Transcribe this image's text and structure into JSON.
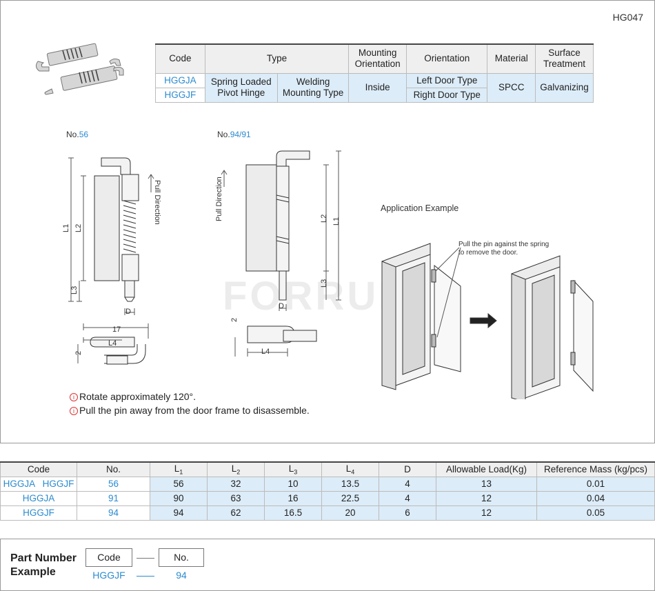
{
  "product_code": "HG047",
  "spec_table": {
    "headers": {
      "code": "Code",
      "type": "Type",
      "mounting": "Mounting Orientation",
      "orientation": "Orientation",
      "material": "Material",
      "surface": "Surface Treatment"
    },
    "codes": [
      "HGGJA",
      "HGGJF"
    ],
    "type1": "Spring Loaded Pivot Hinge",
    "type2": "Welding Mounting Type",
    "mounting": "Inside",
    "orientations": [
      "Left Door Type",
      "Right Door Type"
    ],
    "material": "SPCC",
    "surface": "Galvanizing"
  },
  "drawings": {
    "no56_label": "No.",
    "no56_value": "56",
    "no9491_label": "No.",
    "no9491_value": "94/91",
    "pull_direction": "Pull Direction",
    "L1": "L1",
    "L2": "L2",
    "L3": "L3",
    "L4": "L4",
    "D": "D",
    "dim_17": "17",
    "dim_2": "2",
    "application_title": "Application Example",
    "application_note": "Pull the pin against the spring to remove the door.",
    "watermark": "FORRUN"
  },
  "notes": [
    "Rotate approximately 120°.",
    "Pull the pin away from the door frame to disassemble."
  ],
  "data_table": {
    "headers": [
      "Code",
      "No.",
      "L1",
      "L2",
      "L3",
      "L4",
      "D",
      "Allowable Load(Kg)",
      "Reference Mass (kg/pcs)"
    ],
    "rows": [
      [
        "HGGJA   HGGJF",
        "56",
        "56",
        "32",
        "10",
        "13.5",
        "4",
        "13",
        "0.01"
      ],
      [
        "HGGJA",
        "91",
        "90",
        "63",
        "16",
        "22.5",
        "4",
        "12",
        "0.04"
      ],
      [
        "HGGJF",
        "94",
        "94",
        "62",
        "16.5",
        "20",
        "6",
        "12",
        "0.05"
      ]
    ]
  },
  "part_number": {
    "title": "Part Number Example",
    "code_label": "Code",
    "no_label": "No.",
    "code_value": "HGGJF",
    "no_value": "94"
  }
}
